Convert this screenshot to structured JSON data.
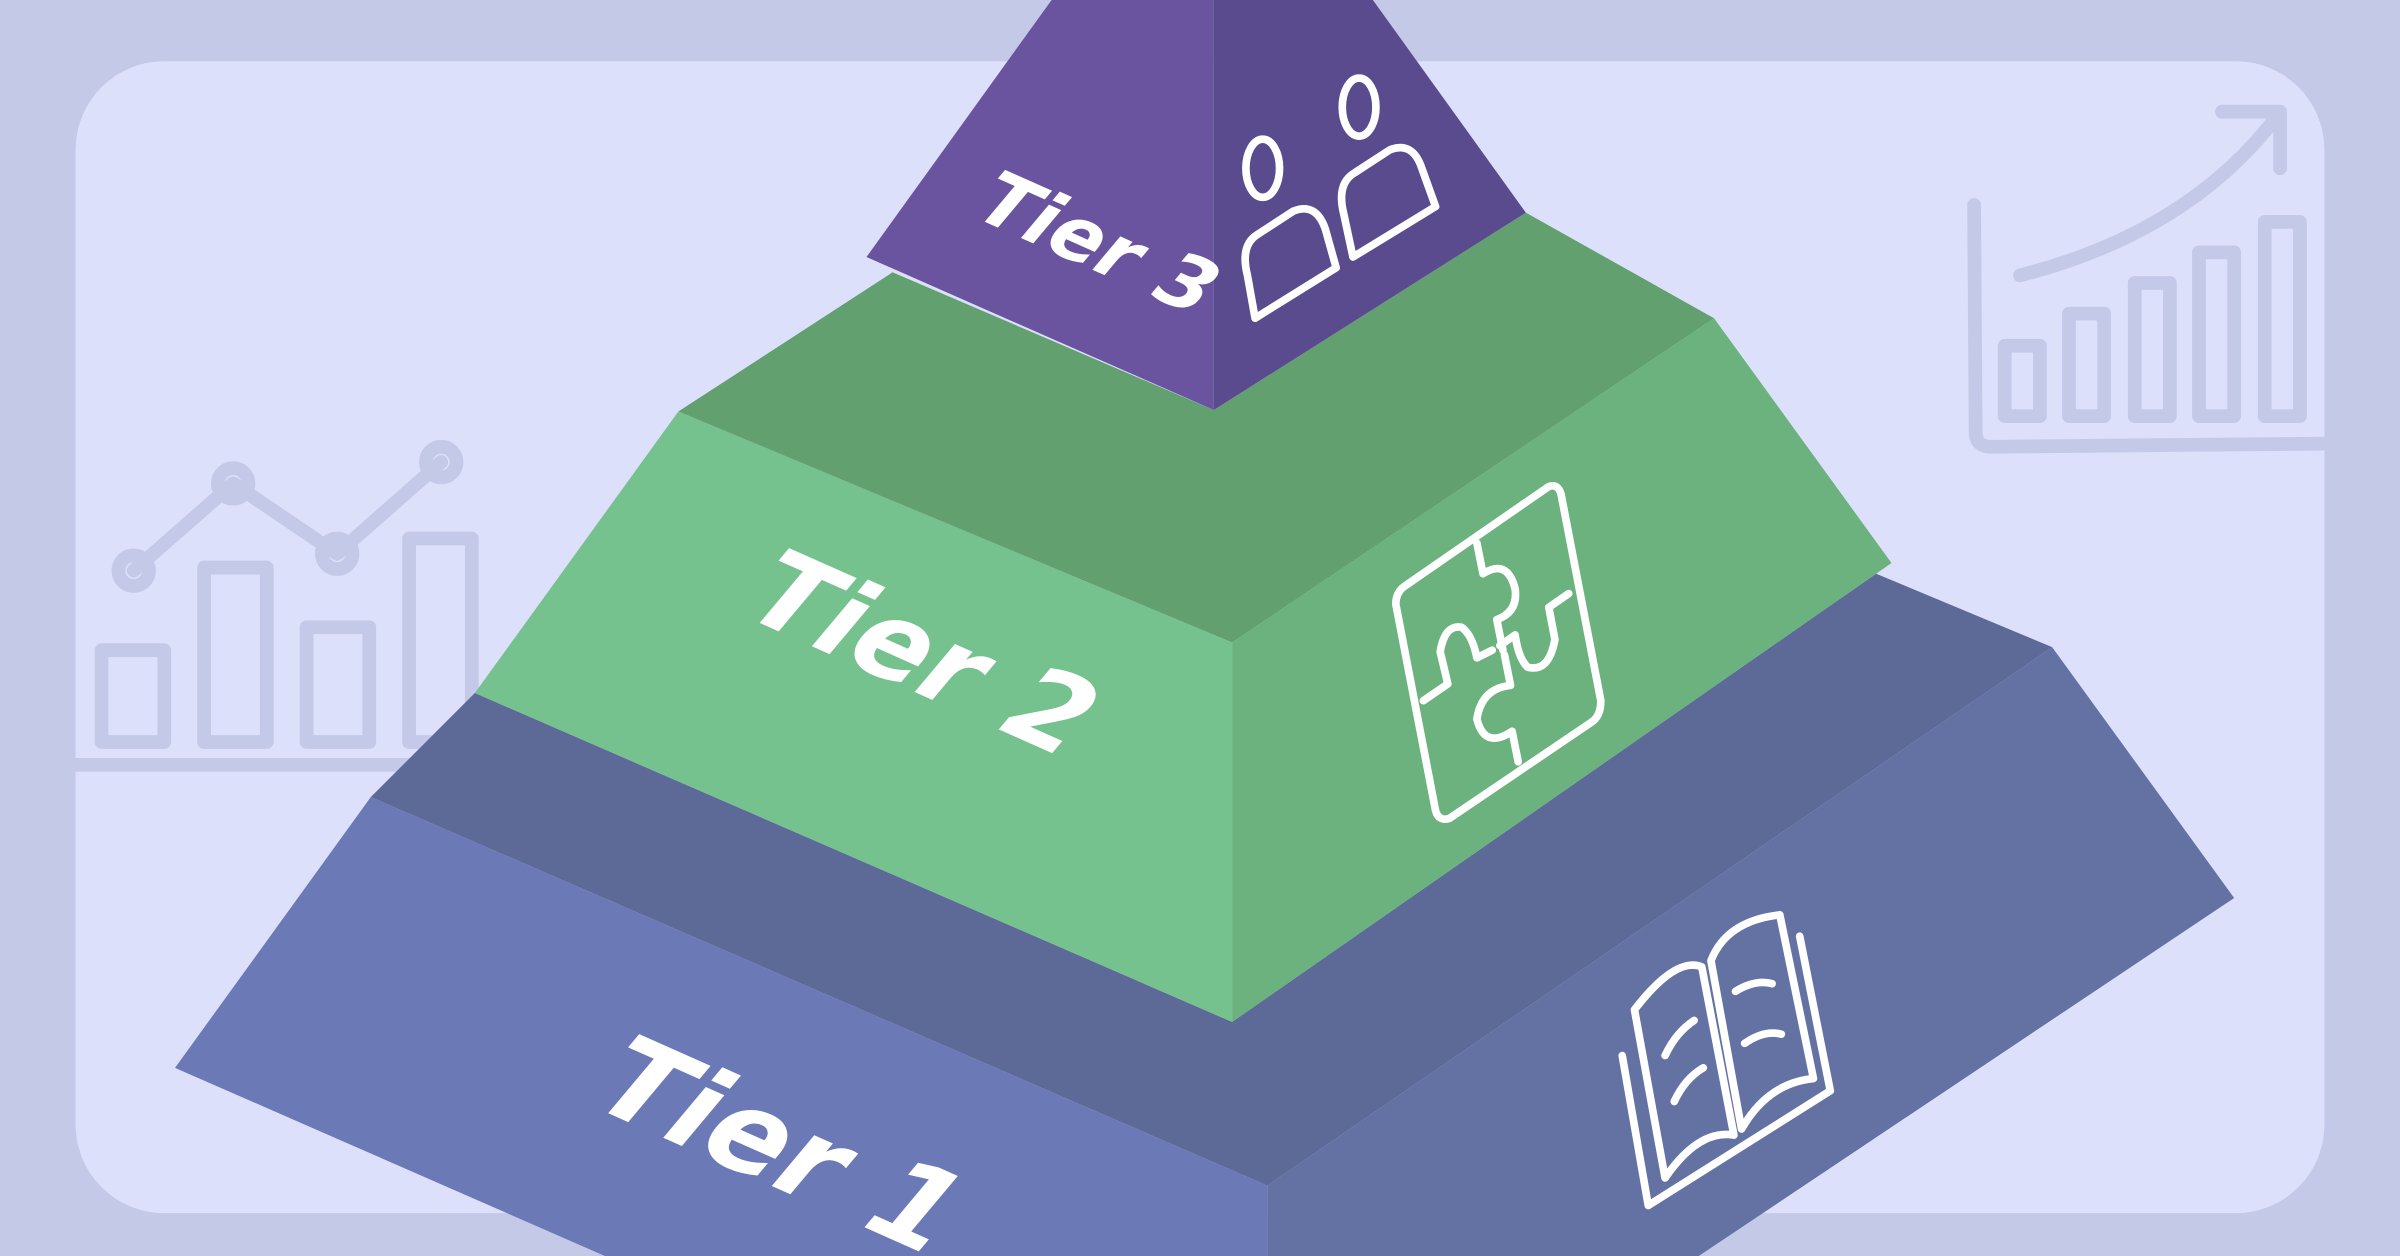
{
  "diagram": {
    "type": "pyramid",
    "tiers": [
      {
        "label": "Tier 3",
        "icon": "users-icon",
        "color_left": "#6a54a0",
        "color_right": "#5a4a8e"
      },
      {
        "label": "Tier 2",
        "icon": "puzzle-icon",
        "color_left": "#75c28e",
        "color_right": "#6bb27e",
        "color_top": "#63a070"
      },
      {
        "label": "Tier 1",
        "icon": "open-book-icon",
        "color_left": "#6b79b7",
        "color_right": "#6471a3",
        "color_top": "#5d6a98"
      }
    ]
  },
  "colors": {
    "background": "#c5c9e8",
    "panel": "#dde0fa",
    "decoration": "#c5c9e8"
  }
}
